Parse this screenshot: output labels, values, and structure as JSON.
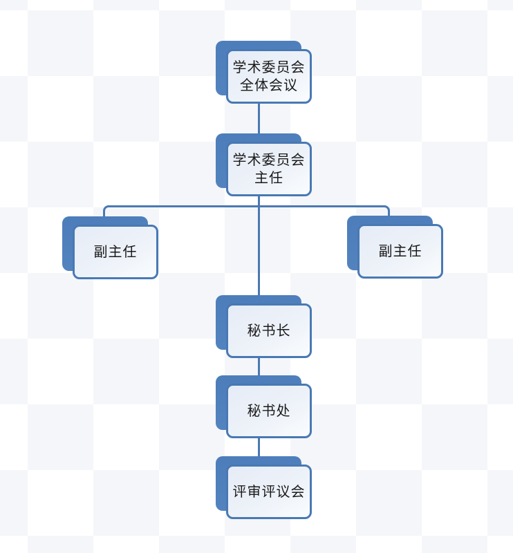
{
  "diagram": {
    "type": "org-chart",
    "language": "zh",
    "colors": {
      "shape_back_fill": "#4C7DBA",
      "shape_border": "#4879B3",
      "shape_front_fill": "#EDF2F9",
      "connector": "#4A79B2",
      "text": "#1A1A1A",
      "background": "#FFFFFF",
      "background_mottle": "#F5F6F9"
    },
    "nodes": [
      {
        "id": "plenary",
        "label": "学术委员会全体会议",
        "lines": [
          "学术委员会",
          "全体会议"
        ],
        "level": 1
      },
      {
        "id": "director",
        "label": "学术委员会主任",
        "lines": [
          "学术委员会",
          "主任"
        ],
        "level": 2
      },
      {
        "id": "deputy-left",
        "label": "副主任",
        "lines": [
          "副主任"
        ],
        "level": 3
      },
      {
        "id": "deputy-right",
        "label": "副主任",
        "lines": [
          "副主任"
        ],
        "level": 3
      },
      {
        "id": "secretary-general",
        "label": "秘书长",
        "lines": [
          "秘书长"
        ],
        "level": 3
      },
      {
        "id": "secretariat",
        "label": "秘书处",
        "lines": [
          "秘书处"
        ],
        "level": 4
      },
      {
        "id": "review-council",
        "label": "评审评议会",
        "lines": [
          "评审评议会"
        ],
        "level": 5
      }
    ],
    "edges": [
      {
        "from": "plenary",
        "to": "director"
      },
      {
        "from": "director",
        "to": "deputy-left"
      },
      {
        "from": "director",
        "to": "deputy-right"
      },
      {
        "from": "director",
        "to": "secretary-general"
      },
      {
        "from": "secretary-general",
        "to": "secretariat"
      },
      {
        "from": "secretariat",
        "to": "review-council"
      }
    ]
  }
}
